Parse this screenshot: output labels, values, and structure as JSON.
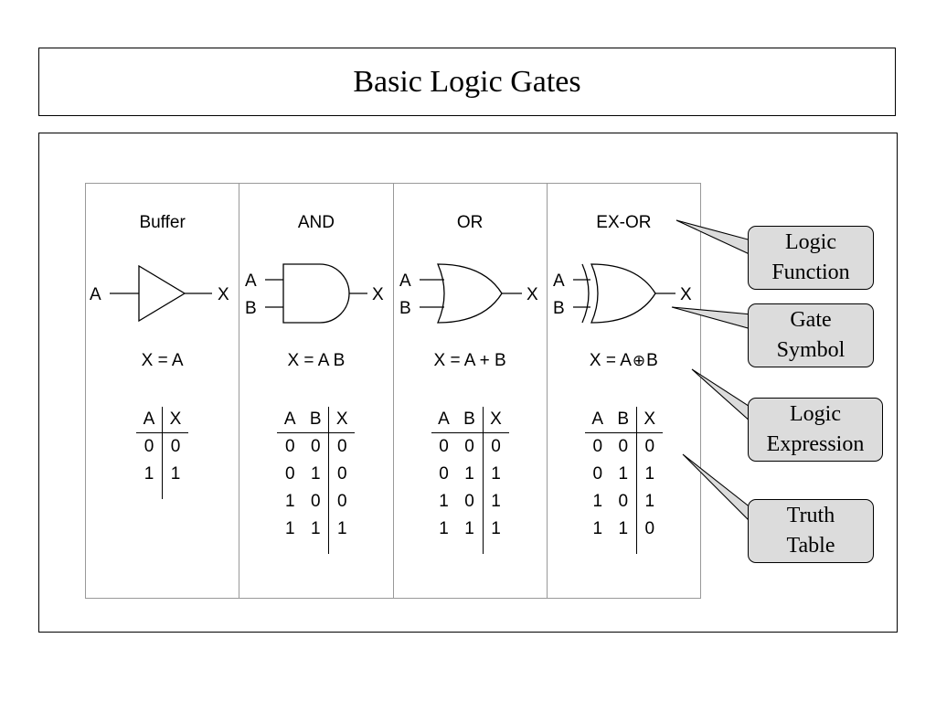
{
  "title": "Basic Logic Gates",
  "gates": [
    {
      "name": "Buffer",
      "inputs": [
        "A"
      ],
      "output": "X",
      "expression": "X = A",
      "table": {
        "headers": [
          "A",
          "X"
        ],
        "rows": [
          [
            "0",
            "0"
          ],
          [
            "1",
            "1"
          ]
        ]
      }
    },
    {
      "name": "AND",
      "inputs": [
        "A",
        "B"
      ],
      "output": "X",
      "expression": "X = A B",
      "table": {
        "headers": [
          "A",
          "B",
          "X"
        ],
        "rows": [
          [
            "0",
            "0",
            "0"
          ],
          [
            "0",
            "1",
            "0"
          ],
          [
            "1",
            "0",
            "0"
          ],
          [
            "1",
            "1",
            "1"
          ]
        ]
      }
    },
    {
      "name": "OR",
      "inputs": [
        "A",
        "B"
      ],
      "output": "X",
      "expression": "X = A + B",
      "table": {
        "headers": [
          "A",
          "B",
          "X"
        ],
        "rows": [
          [
            "0",
            "0",
            "0"
          ],
          [
            "0",
            "1",
            "1"
          ],
          [
            "1",
            "0",
            "1"
          ],
          [
            "1",
            "1",
            "1"
          ]
        ]
      }
    },
    {
      "name": "EX-OR",
      "inputs": [
        "A",
        "B"
      ],
      "output": "X",
      "expression_lhs": "X = A",
      "expression_op": "⊕",
      "expression_rhs": "B",
      "table": {
        "headers": [
          "A",
          "B",
          "X"
        ],
        "rows": [
          [
            "0",
            "0",
            "0"
          ],
          [
            "0",
            "1",
            "1"
          ],
          [
            "1",
            "0",
            "1"
          ],
          [
            "1",
            "1",
            "0"
          ]
        ]
      }
    }
  ],
  "callouts": [
    {
      "lines": [
        "Logic",
        "Function"
      ]
    },
    {
      "lines": [
        "Gate",
        "Symbol"
      ]
    },
    {
      "lines": [
        "Logic",
        "Expression"
      ]
    },
    {
      "lines": [
        "Truth",
        "Table"
      ]
    }
  ],
  "colors": {
    "callout_fill": "#dcdcdc",
    "grid_border": "#999999",
    "ink": "#000000"
  }
}
